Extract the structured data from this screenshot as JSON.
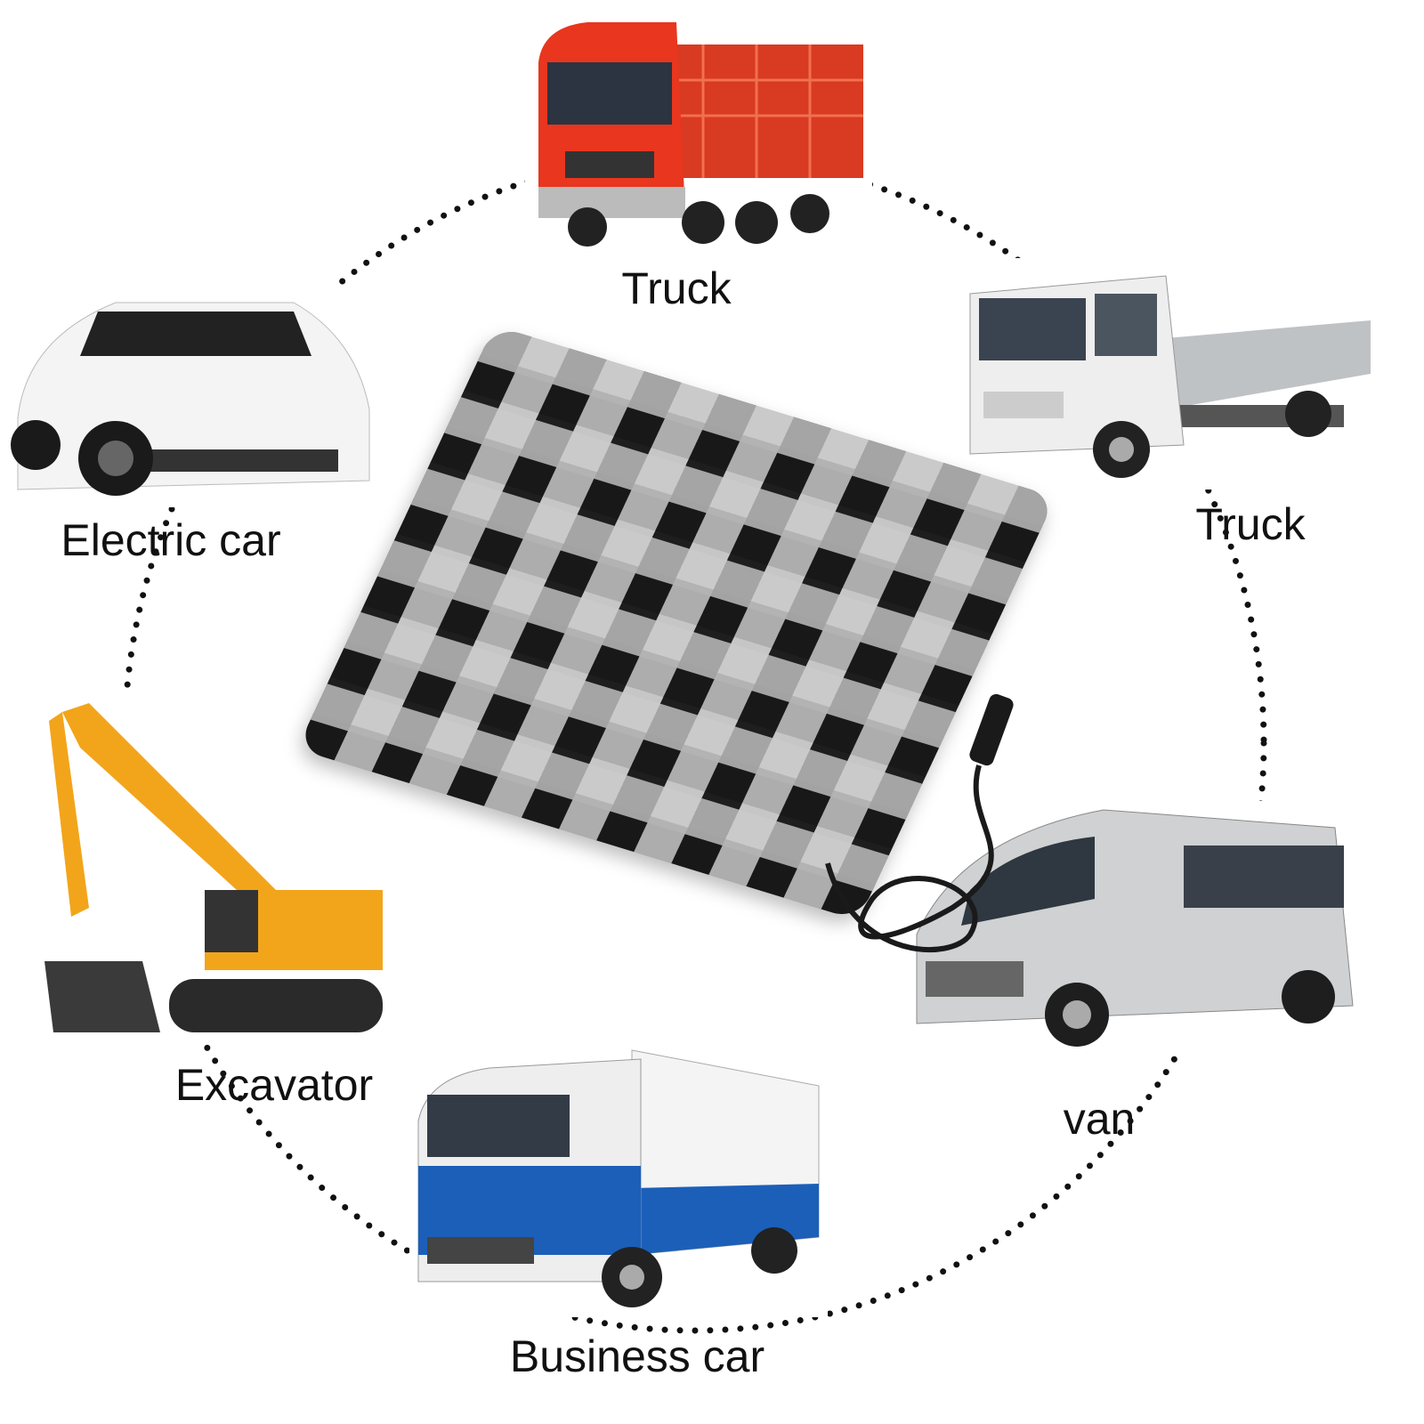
{
  "labels": {
    "top": "Truck",
    "right_top": "Truck",
    "left_top": "Electric car",
    "left_bottom": "Excavator",
    "right_bottom": "van",
    "bottom": "Business car"
  },
  "colors": {
    "red_truck": "#e8361f",
    "blue_truck": "#1c5fb8",
    "excavator": "#f2a51a",
    "white_vehicle": "#f2f2f2",
    "silver_van": "#c9cbcd",
    "plaid_dark": "#1e1e1e",
    "plaid_gray": "#7a7a7a"
  }
}
